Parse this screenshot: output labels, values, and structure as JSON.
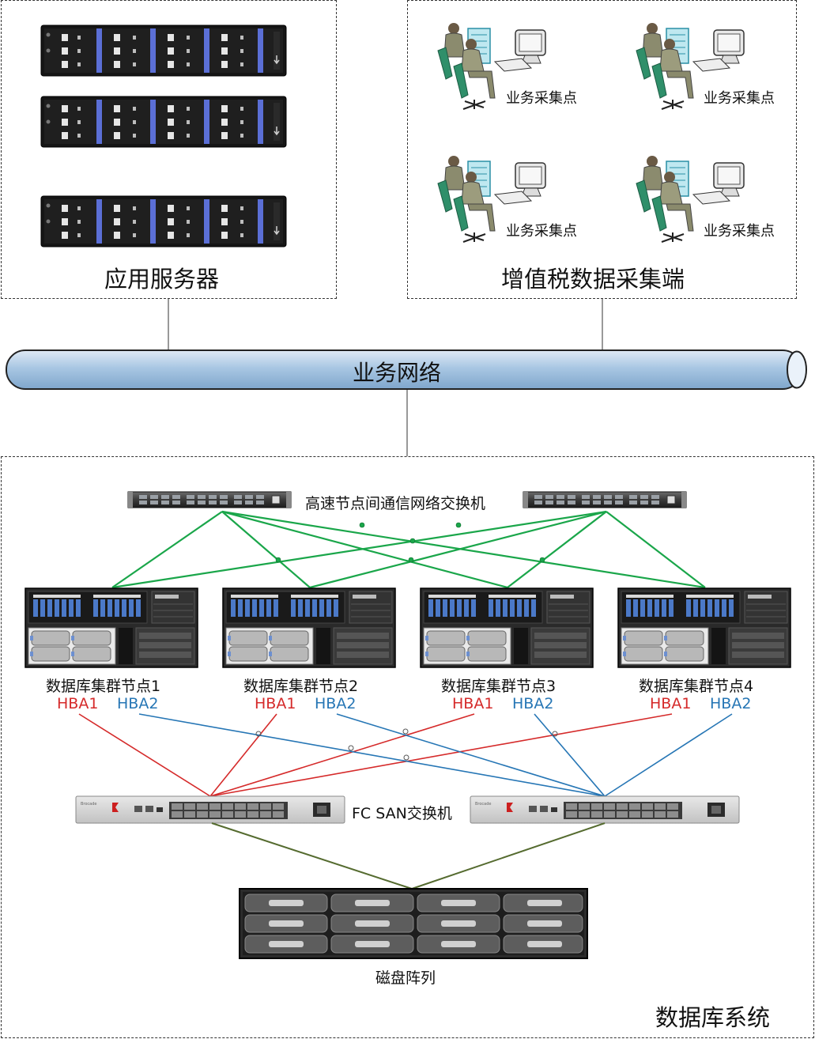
{
  "top_left_box": {
    "title": "应用服务器"
  },
  "top_right_box": {
    "title": "增值税数据采集端",
    "collectors": [
      {
        "label": "业务采集点"
      },
      {
        "label": "业务采集点"
      },
      {
        "label": "业务采集点"
      },
      {
        "label": "业务采集点"
      }
    ]
  },
  "network": {
    "label": "业务网络"
  },
  "db_system": {
    "title": "数据库系统",
    "interconnect_switch_label": "高速节点间通信网络交换机",
    "nodes": [
      {
        "label": "数据库集群节点1",
        "hba1": "HBA1",
        "hba2": "HBA2"
      },
      {
        "label": "数据库集群节点2",
        "hba1": "HBA1",
        "hba2": "HBA2"
      },
      {
        "label": "数据库集群节点3",
        "hba1": "HBA1",
        "hba2": "HBA2"
      },
      {
        "label": "数据库集群节点4",
        "hba1": "HBA1",
        "hba2": "HBA2"
      }
    ],
    "fc_switch_label": "FC SAN交换机",
    "disk_array_label": "磁盘阵列"
  },
  "colors": {
    "green_link": "#1aa64a",
    "red_link": "#d52a2a",
    "blue_link": "#2676b5",
    "olive_link": "#556b2f",
    "network_bar": "#a9c7e3"
  }
}
